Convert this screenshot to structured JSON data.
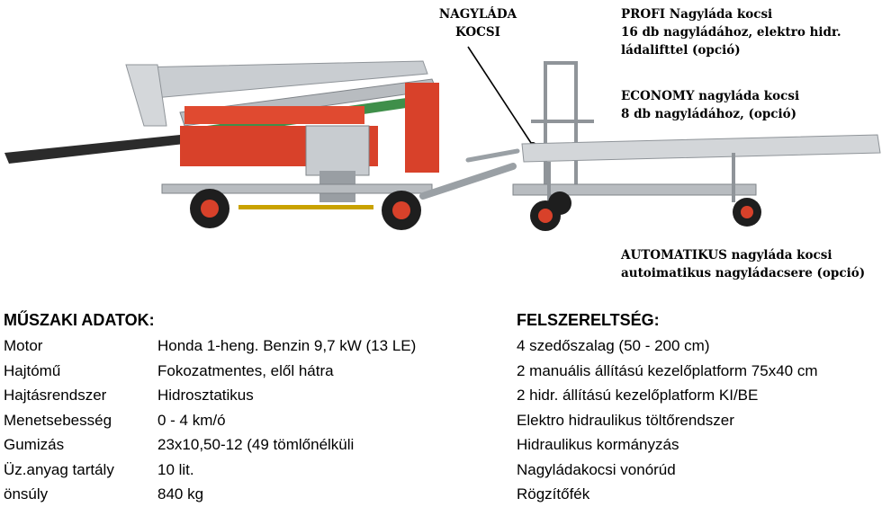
{
  "callouts": {
    "nagylada": [
      "NAGYLÁDA",
      "KOCSI"
    ],
    "profi": [
      "PROFI Nagyláda kocsi",
      "16 db nagyládához, elektro hidr.",
      "ládalifttel  (opció)"
    ],
    "economy": [
      "ECONOMY nagyláda kocsi",
      "8 db nagyládához, (opció)"
    ],
    "automatikus": [
      "AUTOMATIKUS nagyláda kocsi",
      "autoimatikus nagyládacsere (opció)"
    ]
  },
  "tech_specs": {
    "title": "MŰSZAKI ADATOK:",
    "rows": [
      {
        "label": "Motor",
        "value": "Honda 1-heng. Benzin 9,7 kW (13 LE)"
      },
      {
        "label": "Hajtómű",
        "value": "Fokozatmentes, elől hátra"
      },
      {
        "label": "Hajtásrendszer",
        "value": "Hidrosztatikus"
      },
      {
        "label": "Menetsebesség",
        "value": "0 - 4 km/ó"
      },
      {
        "label": "Gumizás",
        "value": "23x10,50-12 (49 tömlőnélküli"
      },
      {
        "label": "Üz.anyag tartály",
        "value": "10 lit."
      },
      {
        "label": "önsúly",
        "value": "840 kg"
      }
    ]
  },
  "equipment": {
    "title": "FELSZERELTSÉG:",
    "items": [
      "4 szedőszalag (50 - 200 cm)",
      "2 manuális állítású kezelőplatform 75x40 cm",
      "2 hidr. állítású kezelőplatform KI/BE",
      "Elektro hidraulikus töltőrendszer",
      "Hidraulikus kormányzás",
      "Nagyládakocsi vonórúd",
      "Rögzítőfék"
    ]
  },
  "colors": {
    "machine_red": "#d8412a",
    "frame_grey": "#b8bcc0",
    "conveyor_green": "#3f8f4a",
    "tire": "#1e1e1e"
  }
}
